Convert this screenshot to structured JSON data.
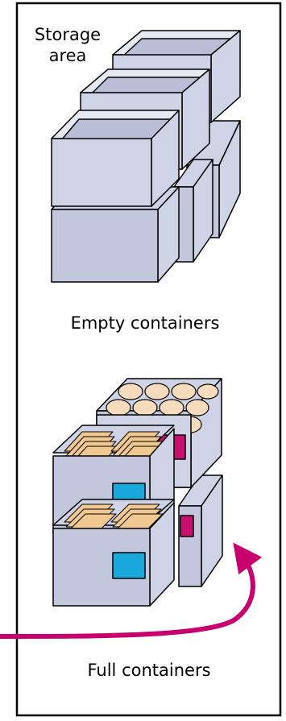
{
  "labels": {
    "storage_area_line1": "Storage",
    "storage_area_line2": "area",
    "empty_containers": "Empty containers",
    "full_containers": "Full containers"
  },
  "colors": {
    "container_face": "#cfd3e6",
    "container_dark": "#b9bdd6",
    "outline": "#000000",
    "arrow": "#c8006e",
    "label_blue": "#1aa8dc",
    "label_magenta": "#c8106e",
    "round_items": "#f6dcbc",
    "boxed_items": "#f0c890"
  },
  "icons": {
    "arrow": "curved-arrow-icon"
  }
}
